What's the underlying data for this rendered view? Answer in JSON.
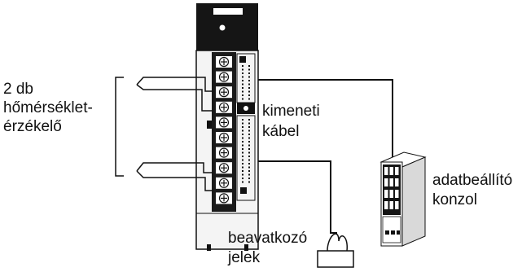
{
  "labels": {
    "sensors": [
      "2 db",
      "hőmérséklet-",
      "érzékelő"
    ],
    "output_cable": [
      "kimeneti",
      "kábel"
    ],
    "console": [
      "adatbeállító",
      "konzol"
    ],
    "actuator": [
      "beavatkozó",
      "jelek"
    ]
  },
  "colors": {
    "ink": "#111111",
    "module_body": "#f4f4f4",
    "terminal": "#1a1a1a"
  },
  "icons": [
    "temperature-module",
    "data-setting-console",
    "actuator-device"
  ]
}
